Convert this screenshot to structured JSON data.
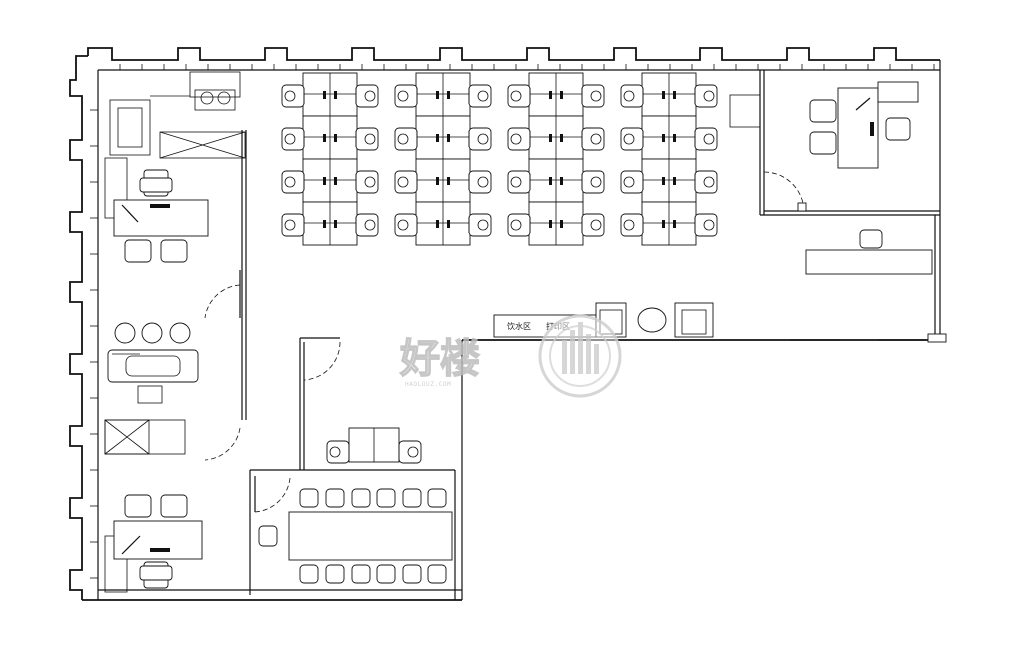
{
  "labels": {
    "water_area": "饮水区",
    "print_area": "打印区"
  },
  "watermark": {
    "brand": "好楼",
    "url": "HAOLOUZ.COM"
  }
}
